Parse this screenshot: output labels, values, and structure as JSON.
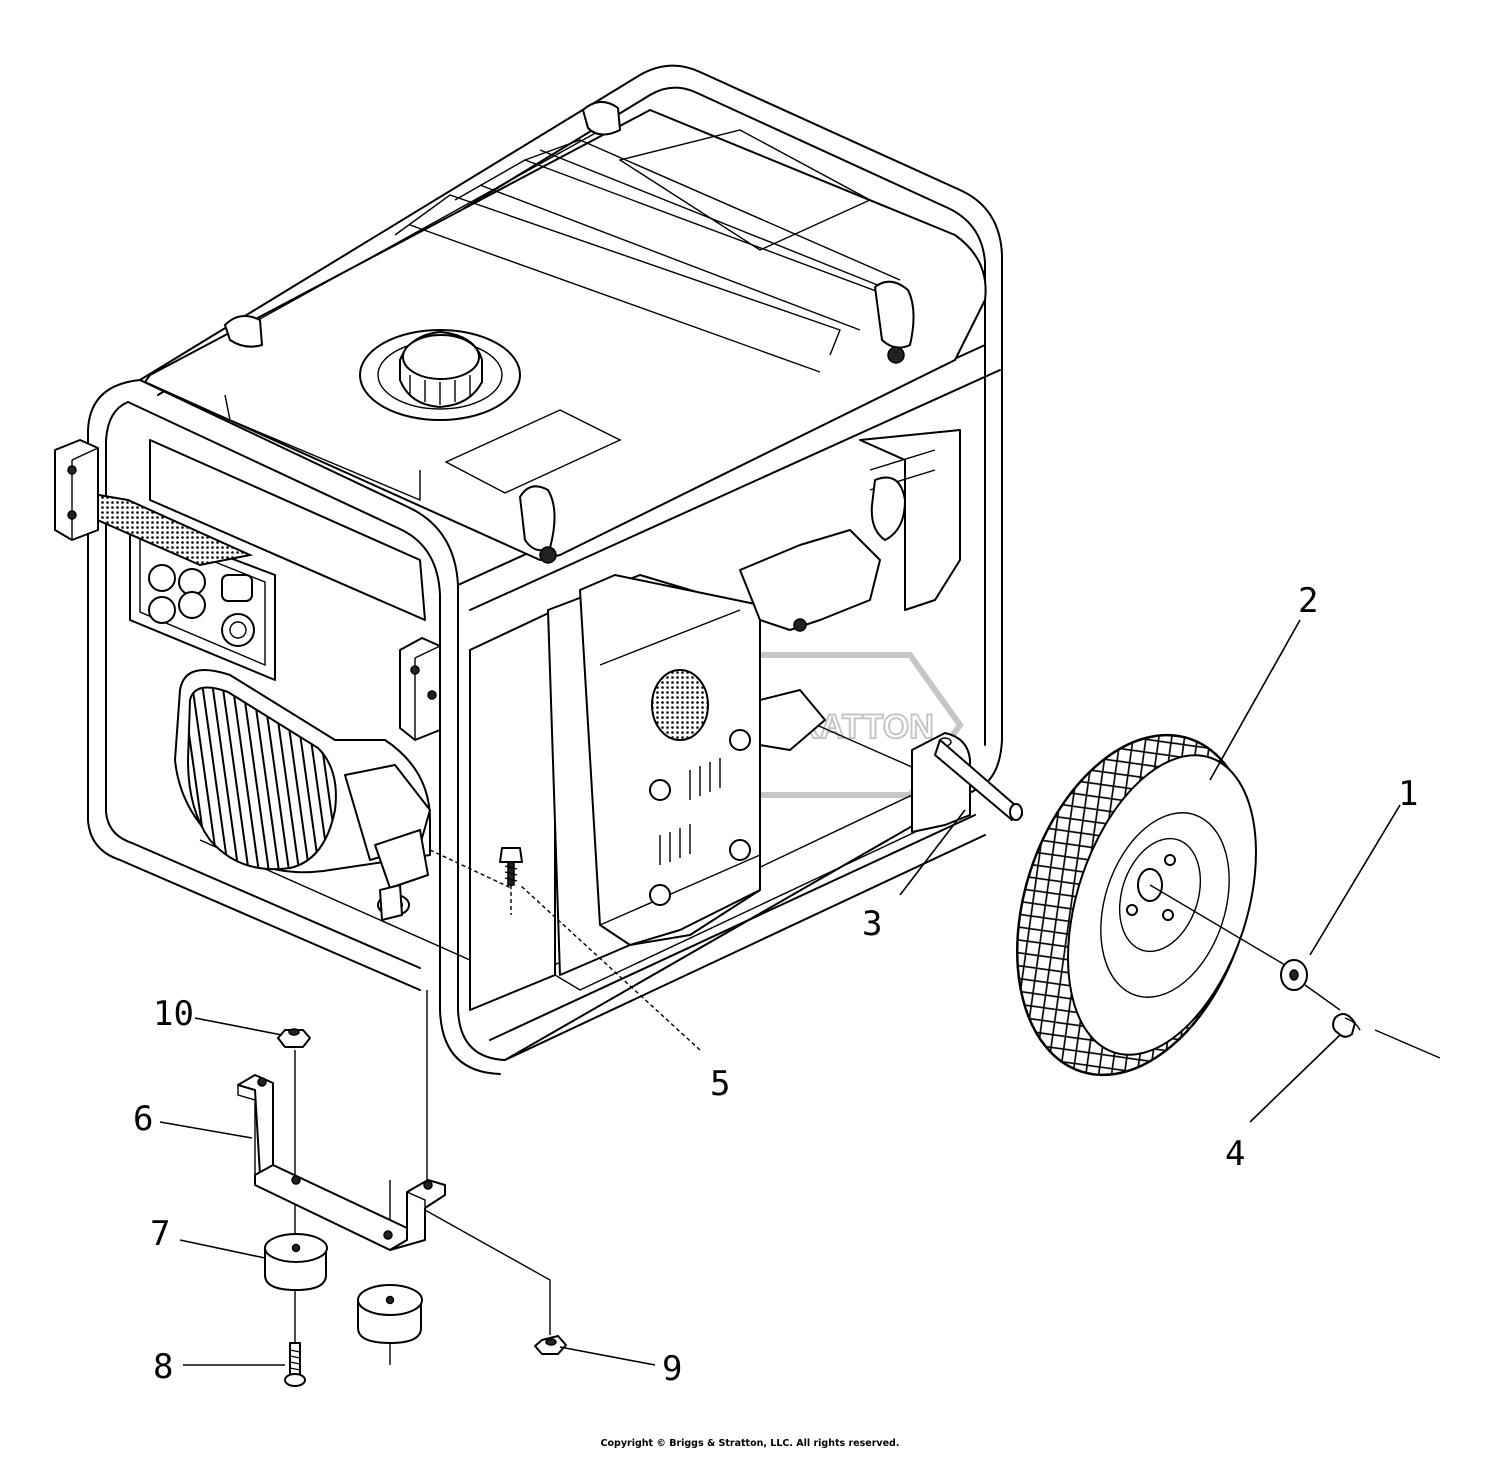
{
  "callouts": [
    {
      "id": "1",
      "label": "1"
    },
    {
      "id": "2",
      "label": "2"
    },
    {
      "id": "3",
      "label": "3"
    },
    {
      "id": "4",
      "label": "4"
    },
    {
      "id": "5",
      "label": "5"
    },
    {
      "id": "6",
      "label": "6"
    },
    {
      "id": "7",
      "label": "7"
    },
    {
      "id": "8",
      "label": "8"
    },
    {
      "id": "9",
      "label": "9"
    },
    {
      "id": "10",
      "label": "10"
    }
  ],
  "watermark": "BRIGGS & STRATTON",
  "copyright": "Copyright © Briggs & Stratton, LLC. All rights reserved."
}
